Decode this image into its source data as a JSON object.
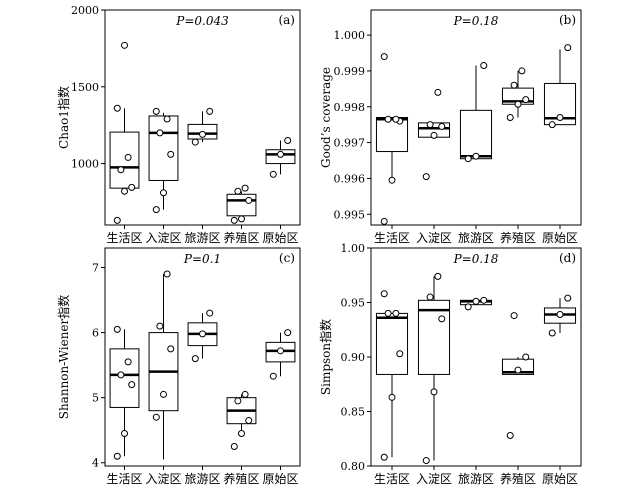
{
  "chart_data": [
    {
      "type": "box",
      "panel_label": "(a)",
      "annotation": "P=0.043",
      "ylabel": "Chao1指数",
      "ylim": [
        600,
        2000
      ],
      "yticks": [
        1000,
        1500,
        2000
      ],
      "categories": [
        "生活区",
        "入淀区",
        "旅游区",
        "养殖区",
        "原始区"
      ],
      "boxes": [
        {
          "q1": 840,
          "median": 975,
          "q3": 1205,
          "whisker_low": 840,
          "whisker_high": 1360
        },
        {
          "q1": 890,
          "median": 1200,
          "q3": 1310,
          "whisker_low": 700,
          "whisker_high": 1330
        },
        {
          "q1": 1160,
          "median": 1195,
          "q3": 1255,
          "whisker_low": 1140,
          "whisker_high": 1340
        },
        {
          "q1": 660,
          "median": 760,
          "q3": 800,
          "whisker_low": 630,
          "whisker_high": 820
        },
        {
          "q1": 1000,
          "median": 1060,
          "q3": 1090,
          "whisker_low": 930,
          "whisker_high": 1150
        }
      ],
      "points": [
        [
          630,
          820,
          845,
          960,
          1040,
          1360,
          1770
        ],
        [
          700,
          810,
          1060,
          1200,
          1290,
          1340
        ],
        [
          1140,
          1190,
          1340
        ],
        [
          630,
          640,
          760,
          820,
          840
        ],
        [
          930,
          1060,
          1150
        ]
      ]
    },
    {
      "type": "box",
      "panel_label": "(b)",
      "annotation": "P=0.18",
      "ylabel": "Good’s coverage",
      "ylim": [
        0.9947,
        1.0007
      ],
      "yticks": [
        0.995,
        0.996,
        0.997,
        0.998,
        0.999,
        1.0
      ],
      "ytick_labels": [
        "0.995",
        "0.996",
        "0.997",
        "0.998",
        "0.999",
        "1.000"
      ],
      "categories": [
        "生活区",
        "入淀区",
        "旅游区",
        "养殖区",
        "原始区"
      ],
      "boxes": [
        {
          "q1": 0.99675,
          "median": 0.99765,
          "q3": 0.9977,
          "whisker_low": 0.996,
          "whisker_high": 0.9977
        },
        {
          "q1": 0.99715,
          "median": 0.9974,
          "q3": 0.99755,
          "whisker_low": 0.9972,
          "whisker_high": 0.99755
        },
        {
          "q1": 0.99655,
          "median": 0.99662,
          "q3": 0.9979,
          "whisker_low": 0.99655,
          "whisker_high": 0.99915
        },
        {
          "q1": 0.99807,
          "median": 0.99815,
          "q3": 0.99852,
          "whisker_low": 0.9977,
          "whisker_high": 0.999
        },
        {
          "q1": 0.9975,
          "median": 0.99768,
          "q3": 0.99865,
          "whisker_low": 0.9975,
          "whisker_high": 0.9996
        }
      ],
      "points": [
        [
          0.9948,
          0.99595,
          0.9976,
          0.99765,
          0.99765,
          0.9994
        ],
        [
          0.99605,
          0.9972,
          0.99745,
          0.9975,
          0.9984
        ],
        [
          0.99655,
          0.99662,
          0.99915
        ],
        [
          0.9977,
          0.99807,
          0.9982,
          0.9986,
          0.999
        ],
        [
          0.9975,
          0.9977,
          0.99965
        ]
      ]
    },
    {
      "type": "box",
      "panel_label": "(c)",
      "annotation": "P=0.1",
      "ylabel": "Shannon-Wiener指数",
      "ylim": [
        3.95,
        7.3
      ],
      "yticks": [
        4,
        5,
        6,
        7
      ],
      "categories": [
        "生活区",
        "入淀区",
        "旅游区",
        "养殖区",
        "原始区"
      ],
      "boxes": [
        {
          "q1": 4.85,
          "median": 5.35,
          "q3": 5.75,
          "whisker_low": 4.1,
          "whisker_high": 6.05
        },
        {
          "q1": 4.8,
          "median": 5.4,
          "q3": 6.0,
          "whisker_low": 4.05,
          "whisker_high": 6.9
        },
        {
          "q1": 5.8,
          "median": 5.98,
          "q3": 6.15,
          "whisker_low": 5.6,
          "whisker_high": 6.3
        },
        {
          "q1": 4.6,
          "median": 4.8,
          "q3": 5.0,
          "whisker_low": 4.4,
          "whisker_high": 5.05
        },
        {
          "q1": 5.55,
          "median": 5.72,
          "q3": 5.85,
          "whisker_low": 5.33,
          "whisker_high": 6.0
        }
      ],
      "points": [
        [
          4.1,
          4.45,
          5.2,
          5.35,
          5.55,
          6.05
        ],
        [
          4.7,
          5.05,
          5.75,
          6.1,
          6.9
        ],
        [
          5.6,
          5.98,
          6.3
        ],
        [
          4.25,
          4.45,
          4.65,
          4.95,
          5.05
        ],
        [
          5.33,
          5.72,
          6.0
        ]
      ]
    },
    {
      "type": "box",
      "panel_label": "(d)",
      "annotation": "P=0.18",
      "ylabel": "Simpson指数",
      "ylim": [
        0.8,
        1.0
      ],
      "yticks": [
        0.8,
        0.85,
        0.9,
        0.95,
        1.0
      ],
      "ytick_labels": [
        "0.80",
        "0.85",
        "0.90",
        "0.95",
        "1.00"
      ],
      "categories": [
        "生活区",
        "入淀区",
        "旅游区",
        "养殖区",
        "原始区"
      ],
      "boxes": [
        {
          "q1": 0.884,
          "median": 0.936,
          "q3": 0.94,
          "whisker_low": 0.808,
          "whisker_high": 0.94
        },
        {
          "q1": 0.884,
          "median": 0.943,
          "q3": 0.952,
          "whisker_low": 0.805,
          "whisker_high": 0.974
        },
        {
          "q1": 0.948,
          "median": 0.951,
          "q3": 0.952,
          "whisker_low": 0.948,
          "whisker_high": 0.952
        },
        {
          "q1": 0.884,
          "median": 0.886,
          "q3": 0.898,
          "whisker_low": 0.884,
          "whisker_high": 0.9
        },
        {
          "q1": 0.931,
          "median": 0.939,
          "q3": 0.945,
          "whisker_low": 0.922,
          "whisker_high": 0.954
        }
      ],
      "points": [
        [
          0.808,
          0.863,
          0.903,
          0.94,
          0.94,
          0.958
        ],
        [
          0.805,
          0.868,
          0.935,
          0.955,
          0.974
        ],
        [
          0.946,
          0.951,
          0.952
        ],
        [
          0.828,
          0.888,
          0.9,
          0.938
        ],
        [
          0.922,
          0.939,
          0.954
        ]
      ]
    }
  ]
}
